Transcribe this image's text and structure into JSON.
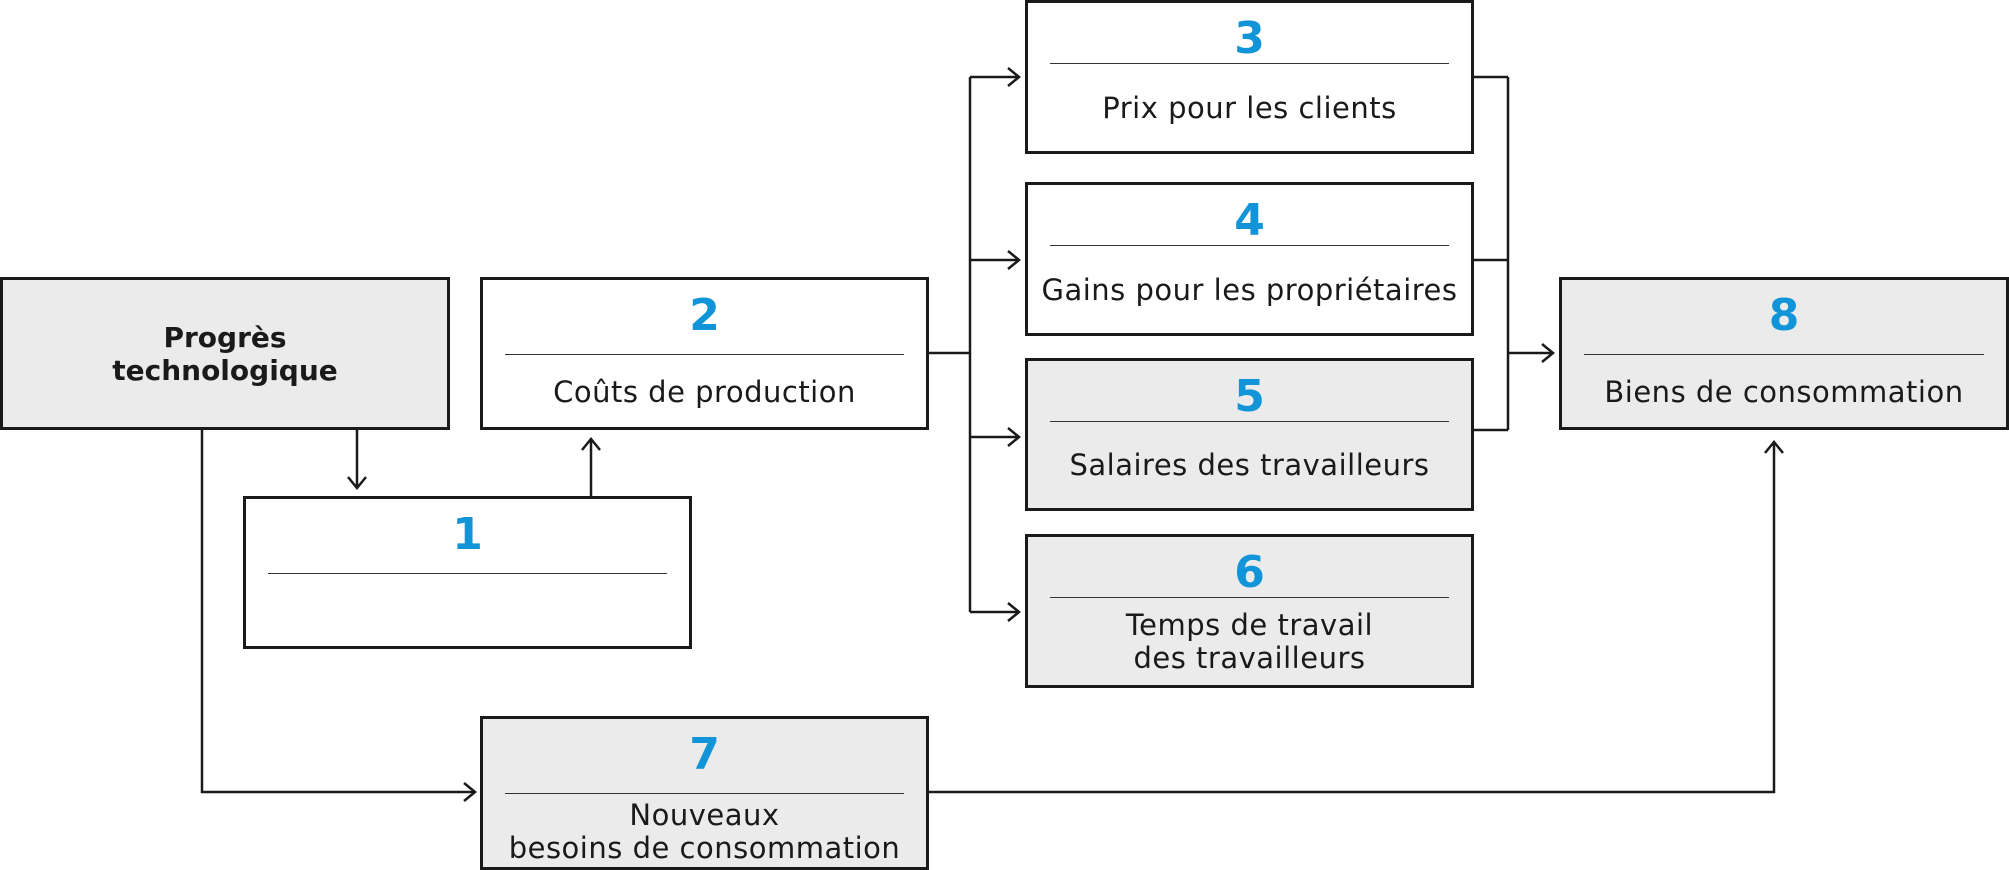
{
  "diagram": {
    "start": {
      "title": "Progrès\ntechnologique"
    },
    "boxes": [
      {
        "number": "1",
        "label": ""
      },
      {
        "number": "2",
        "label": "Coûts de production"
      },
      {
        "number": "3",
        "label": "Prix pour les clients"
      },
      {
        "number": "4",
        "label": "Gains pour les propriétaires"
      },
      {
        "number": "5",
        "label": "Salaires des travailleurs"
      },
      {
        "number": "6",
        "label": "Temps de travail\ndes travailleurs"
      },
      {
        "number": "7",
        "label": "Nouveaux\nbesoins de consommation"
      },
      {
        "number": "8",
        "label": "Biens de consommation"
      }
    ]
  },
  "colors": {
    "accent": "#1295d8",
    "grey_fill": "#ebebeb",
    "line": "#1a1a1a"
  }
}
